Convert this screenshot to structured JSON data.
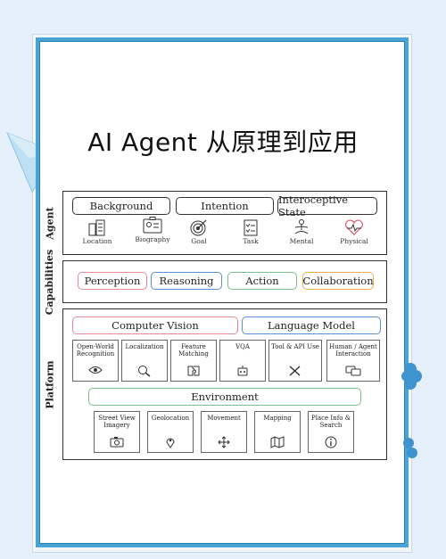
{
  "title": "AI Agent 从原理到应用",
  "sections": {
    "agent": {
      "label": "Agent",
      "pills": [
        "Background",
        "Intention",
        "Interoceptive State"
      ],
      "icons": [
        {
          "label": "Location",
          "icon": "buildings-icon"
        },
        {
          "label": "Biography",
          "icon": "id-card-icon"
        },
        {
          "label": "Goal",
          "icon": "target-icon"
        },
        {
          "label": "Task",
          "icon": "checklist-icon"
        },
        {
          "label": "Mental",
          "icon": "meditation-icon"
        },
        {
          "label": "Physical",
          "icon": "heartbeat-icon"
        }
      ]
    },
    "capabilities": {
      "label": "Capabilities",
      "pills": [
        {
          "label": "Perception",
          "color": "#e48a9a"
        },
        {
          "label": "Reasoning",
          "color": "#5b8fd6"
        },
        {
          "label": "Action",
          "color": "#7cc08a"
        },
        {
          "label": "Collaboration",
          "color": "#e8b04a"
        }
      ]
    },
    "platform": {
      "label": "Platform",
      "computer_vision": {
        "label": "Computer Vision",
        "color": "#e48a9a"
      },
      "language_model": {
        "label": "Language Model",
        "color": "#5b8fd6"
      },
      "cv_cards": [
        {
          "label": "Open-World Recognition",
          "icon": "eye-icon"
        },
        {
          "label": "Localization",
          "icon": "magnifier-icon"
        },
        {
          "label": "Feature Matching",
          "icon": "puzzle-icon"
        },
        {
          "label": "VQA",
          "icon": "robot-icon"
        }
      ],
      "lm_cards": [
        {
          "label": "Tool & API Use",
          "icon": "tools-icon"
        },
        {
          "label": "Human / Agent Interaction",
          "icon": "chat-icon"
        }
      ],
      "environment": {
        "label": "Environment",
        "color": "#7cc08a"
      },
      "env_cards": [
        {
          "label": "Street View Imagery",
          "icon": "camera-icon"
        },
        {
          "label": "Geolocation",
          "icon": "pin-icon"
        },
        {
          "label": "Movement",
          "icon": "move-arrows-icon"
        },
        {
          "label": "Mapping",
          "icon": "map-icon"
        },
        {
          "label": "Place Info & Search",
          "icon": "info-icon"
        }
      ]
    }
  },
  "colors": {
    "frame": "#4aa3d6",
    "background": "#e6f0fa"
  }
}
